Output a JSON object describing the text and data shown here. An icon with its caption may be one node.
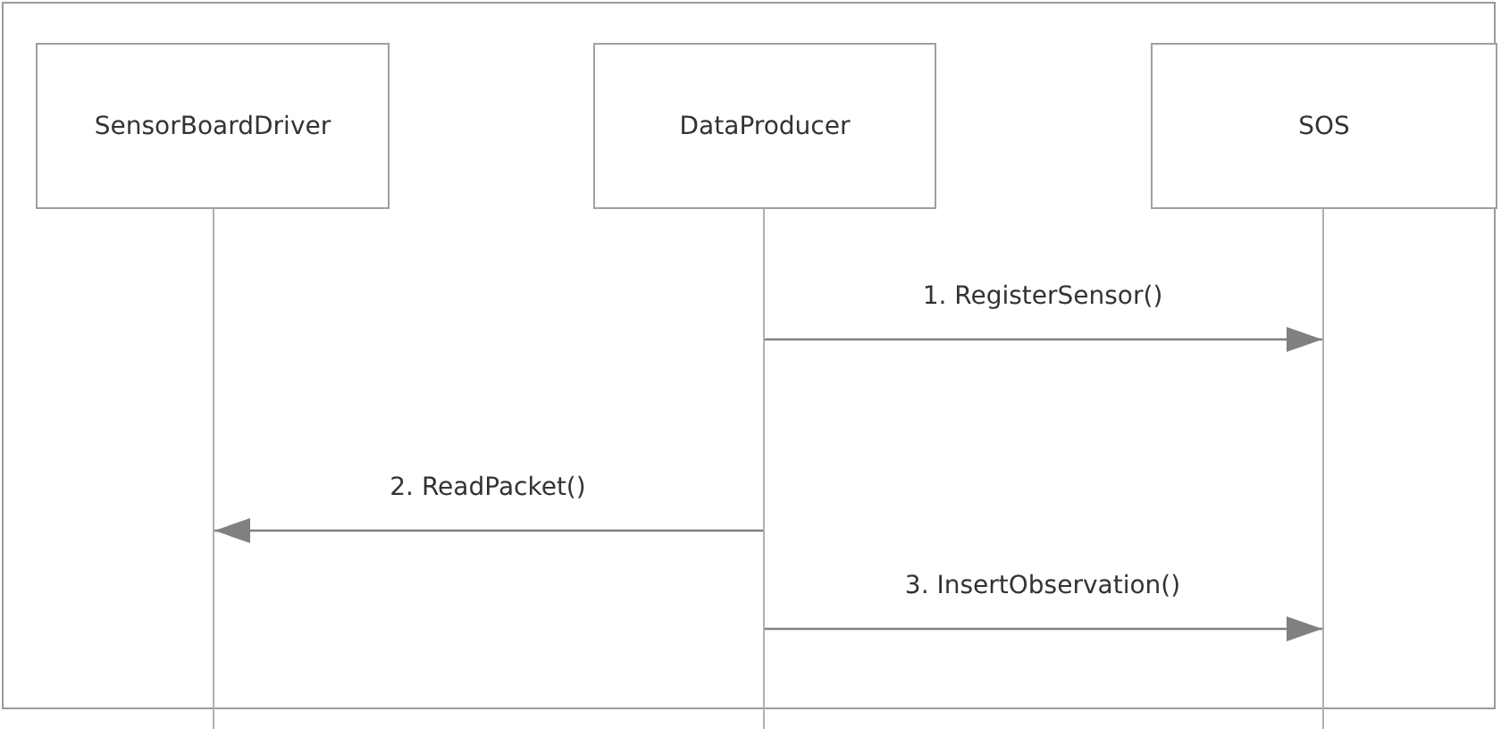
{
  "diagram": {
    "nodes": [
      {
        "text": [
          "SensorBoardDriver"
        ]
      },
      {
        "text": [
          "DataProducer"
        ]
      },
      {
        "text": [
          "SOS"
        ]
      },
      {
        "text": [],
        "shape": "line"
      },
      {
        "text": [],
        "shape": "line"
      },
      {
        "text": [],
        "shape": "line"
      }
    ],
    "edges": [
      {
        "from": 4,
        "to": 5,
        "arrow": "to",
        "label": "1. RegisterSensor()"
      },
      {
        "from": 4,
        "to": 3,
        "arrow": "to",
        "label": "2. ReadPacket()"
      },
      {
        "from": 4,
        "to": 5,
        "arrow": "to",
        "label": "3. InsertObservation()"
      }
    ]
  }
}
